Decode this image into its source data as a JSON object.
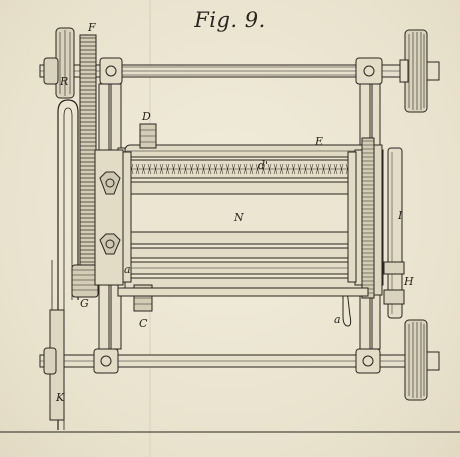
{
  "figure": {
    "title": "Fig. 9."
  },
  "labels": {
    "F": "F",
    "R": "R",
    "D": "D",
    "E": "E",
    "d_prime": "d'",
    "N": "N",
    "I": "I",
    "H": "H",
    "G": "G",
    "C": "C",
    "a": "a",
    "a_lower": "a",
    "K": "K"
  },
  "colors": {
    "ink": "#2a2520",
    "paper": "#ece6d3"
  }
}
